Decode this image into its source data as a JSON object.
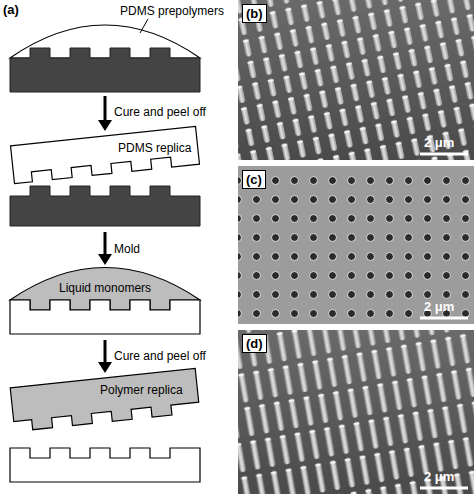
{
  "diagram": {
    "nodes": [
      {
        "text": [
          "(b)"
        ]
      },
      {
        "text": [
          "(c)"
        ]
      },
      {
        "text": [
          "(d)"
        ]
      }
    ],
    "labels": [
      "(a)",
      "PDMS prepolymers",
      "Cure and peel off",
      "PDMS replica",
      "Mold",
      "Liquid monomers",
      "Cure and peel off",
      "Polymer replica",
      "2 μm",
      "2 μm",
      "2 μm"
    ]
  }
}
